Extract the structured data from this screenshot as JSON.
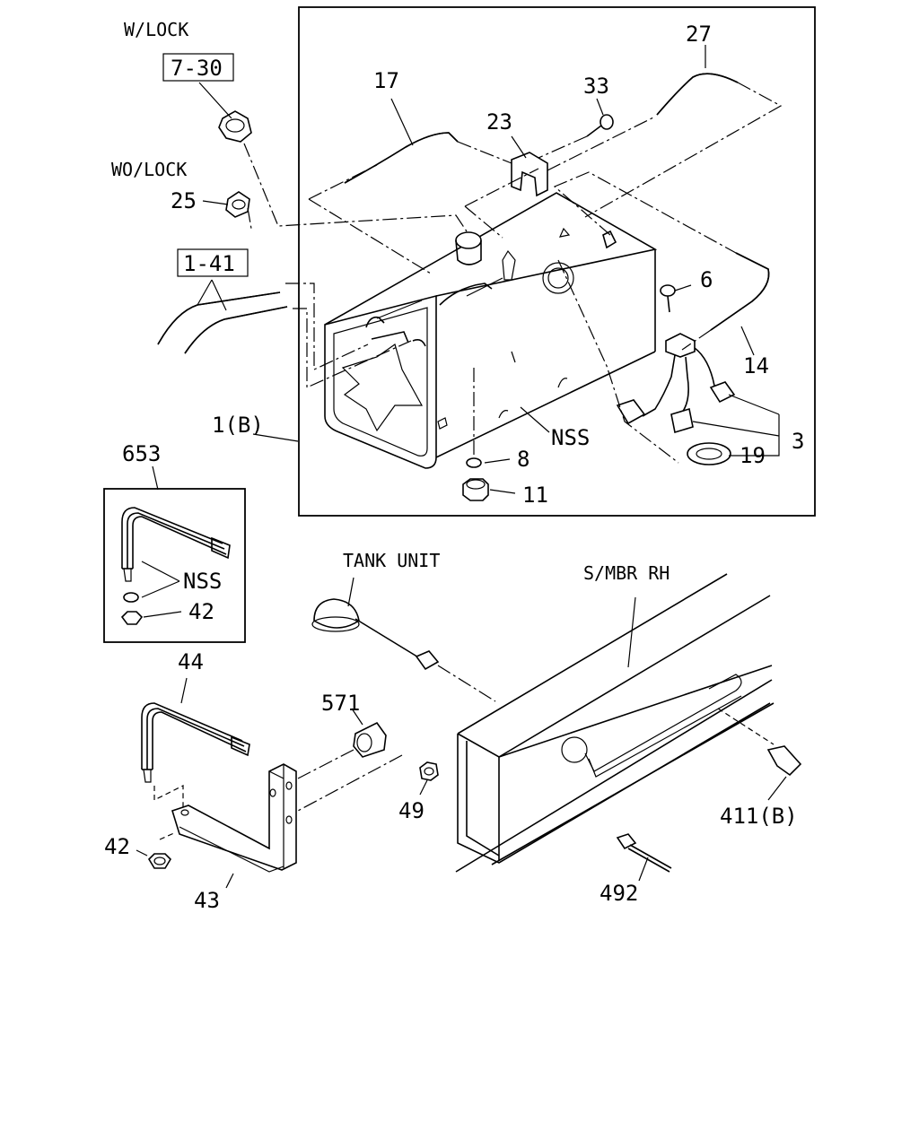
{
  "notes": {
    "w_lock": "W/LOCK",
    "wo_lock": "WO/LOCK",
    "tank_unit": "TANK UNIT",
    "s_mbr_rh": "S/MBR RH",
    "nss_tank": "NSS",
    "nss_kit": "NSS"
  },
  "refs": {
    "ref_7_30": "7-30",
    "ref_1_41": "1-41"
  },
  "callouts": {
    "p17": "17",
    "p27": "27",
    "p33": "33",
    "p23": "23",
    "p25": "25",
    "p6": "6",
    "p14": "14",
    "p1b": "1(B)",
    "p3": "3",
    "p19": "19",
    "p8": "8",
    "p11": "11",
    "p653": "653",
    "p42a": "42",
    "p44": "44",
    "p571": "571",
    "p49": "49",
    "p42b": "42",
    "p43": "43",
    "p411b": "411(B)",
    "p492": "492"
  }
}
